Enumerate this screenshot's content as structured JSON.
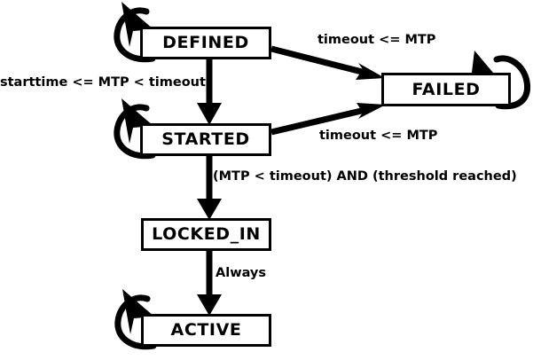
{
  "diagram": {
    "type": "state-transition-diagram",
    "title": "",
    "colors": {
      "stroke": "#000000",
      "fill": "#ffffff",
      "text": "#000000"
    },
    "states": [
      {
        "id": "defined",
        "label": "DEFINED",
        "self_loop": true,
        "self_loop_side": "left"
      },
      {
        "id": "failed",
        "label": "FAILED",
        "self_loop": true,
        "self_loop_side": "right"
      },
      {
        "id": "started",
        "label": "STARTED",
        "self_loop": true,
        "self_loop_side": "left"
      },
      {
        "id": "locked_in",
        "label": "LOCKED_IN",
        "self_loop": false,
        "self_loop_side": ""
      },
      {
        "id": "active",
        "label": "ACTIVE",
        "self_loop": true,
        "self_loop_side": "left"
      }
    ],
    "transitions": [
      {
        "from": "defined",
        "to": "failed",
        "label": "timeout <= MTP"
      },
      {
        "from": "defined",
        "to": "started",
        "label": "starttime <= MTP < timeout"
      },
      {
        "from": "started",
        "to": "failed",
        "label": "timeout <= MTP"
      },
      {
        "from": "started",
        "to": "locked_in",
        "label": "(MTP < timeout) AND (threshold reached)"
      },
      {
        "from": "locked_in",
        "to": "active",
        "label": "Always"
      },
      {
        "from": "defined",
        "to": "defined",
        "label": ""
      },
      {
        "from": "started",
        "to": "started",
        "label": ""
      },
      {
        "from": "failed",
        "to": "failed",
        "label": ""
      },
      {
        "from": "active",
        "to": "active",
        "label": ""
      }
    ],
    "labels": {
      "starttime_mtp_timeout": "starttime <= MTP < timeout",
      "timeout_mtp_top": "timeout <= MTP",
      "timeout_mtp_bottom": "timeout <= MTP",
      "mtp_threshold": "(MTP < timeout) AND (threshold reached)",
      "always": "Always"
    }
  }
}
